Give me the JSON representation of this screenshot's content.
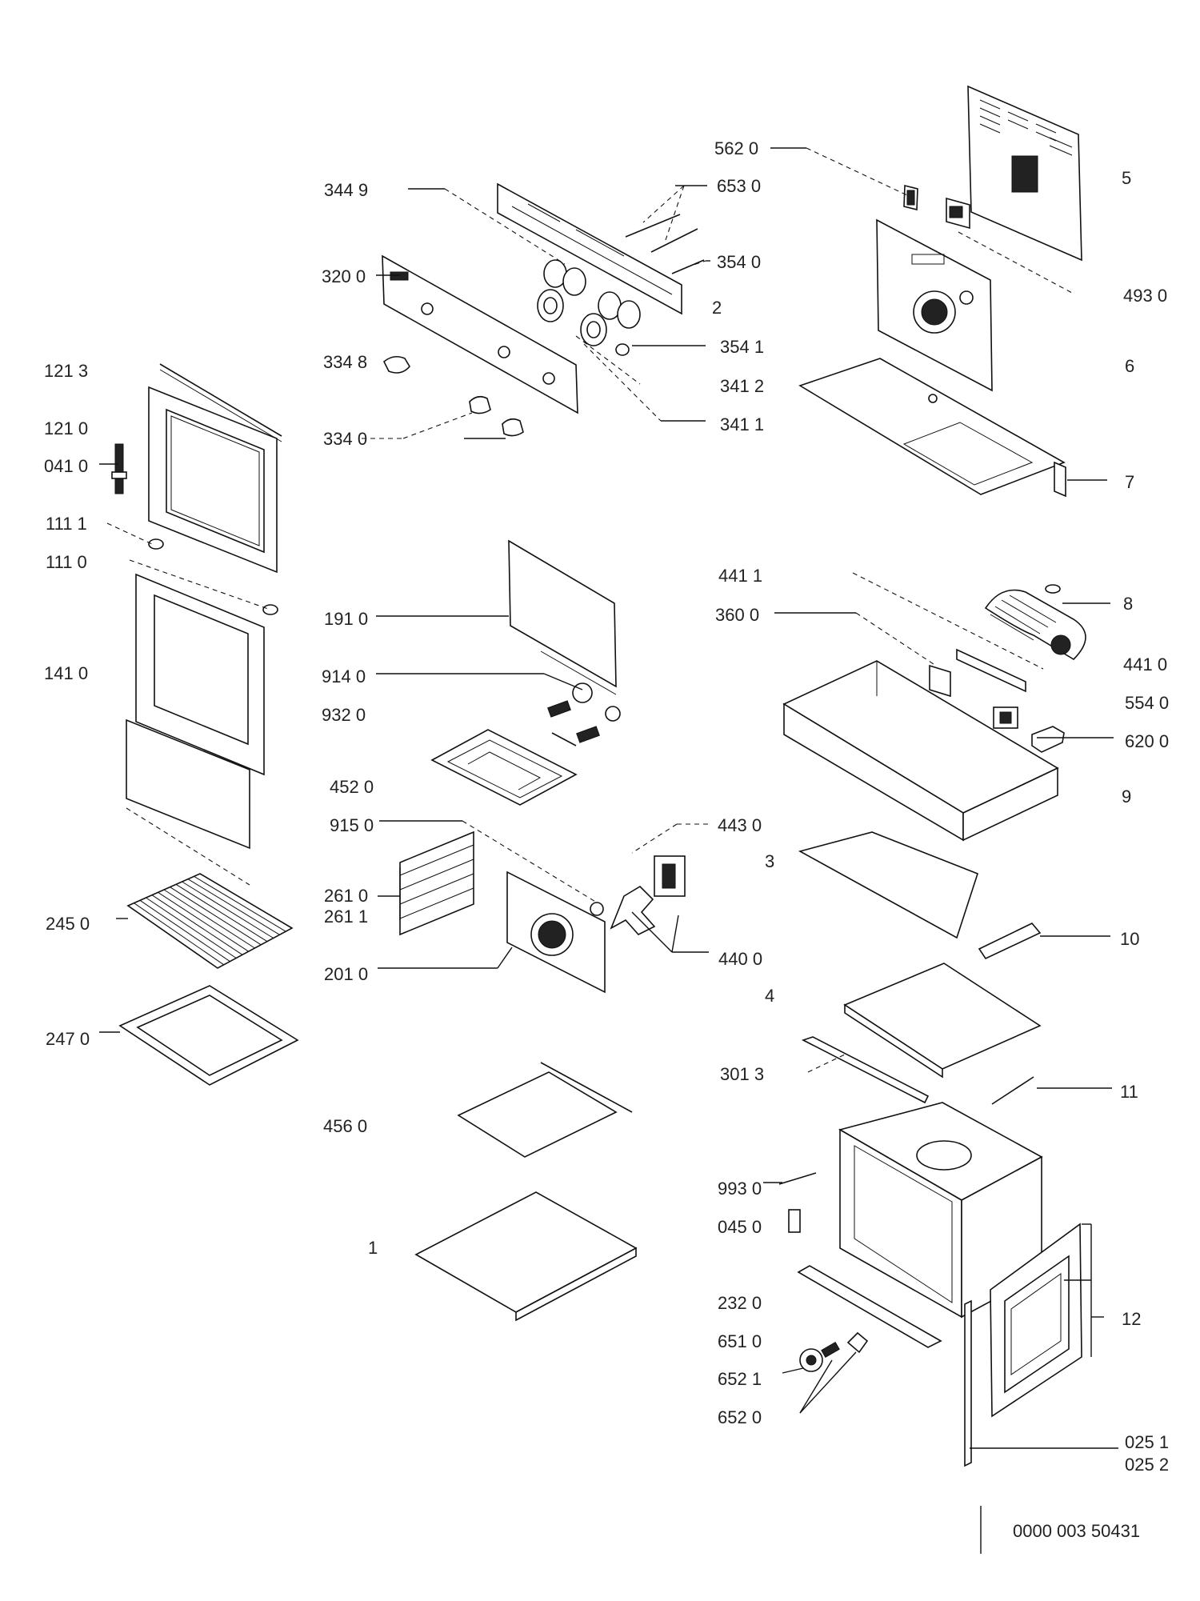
{
  "diagram": {
    "document_id": "0000 003 50431",
    "labels": {
      "l5620": "562 0",
      "l6530": "653 0",
      "l3449": "344 9",
      "l3540": "354 0",
      "l3200": "320 0",
      "l2": "2",
      "l5": "5",
      "l4930": "493 0",
      "l3541": "354 1",
      "l3412": "341 2",
      "l3411": "341 1",
      "l3348": "334 8",
      "l3340": "334 0",
      "l6": "6",
      "l7": "7",
      "l1213": "121 3",
      "l1210": "121 0",
      "l0410": "041 0",
      "l1111": "111 1",
      "l1110": "111 0",
      "l1410": "141 0",
      "l2450": "245 0",
      "l2470": "247 0",
      "l1910": "191 0",
      "l9140": "914 0",
      "l9320": "932 0",
      "l4520": "452 0",
      "l9150": "915 0",
      "l2610": "261 0",
      "l2611": "261 1",
      "l2010": "201 0",
      "l4560": "456 0",
      "l1": "1",
      "l4430": "443 0",
      "l4400": "440 0",
      "l3": "3",
      "l4": "4",
      "l4411": "441 1",
      "l3600": "360 0",
      "l8": "8",
      "l4410": "441 0",
      "l5540": "554 0",
      "l6200": "620 0",
      "l9": "9",
      "l10": "10",
      "l3013": "301 3",
      "l11": "11",
      "l9930": "993 0",
      "l0450": "045 0",
      "l2320": "232 0",
      "l6510": "651 0",
      "l6521": "652 1",
      "l6520": "652 0",
      "l12": "12",
      "l0251": "025 1",
      "l0252": "025 2"
    }
  }
}
